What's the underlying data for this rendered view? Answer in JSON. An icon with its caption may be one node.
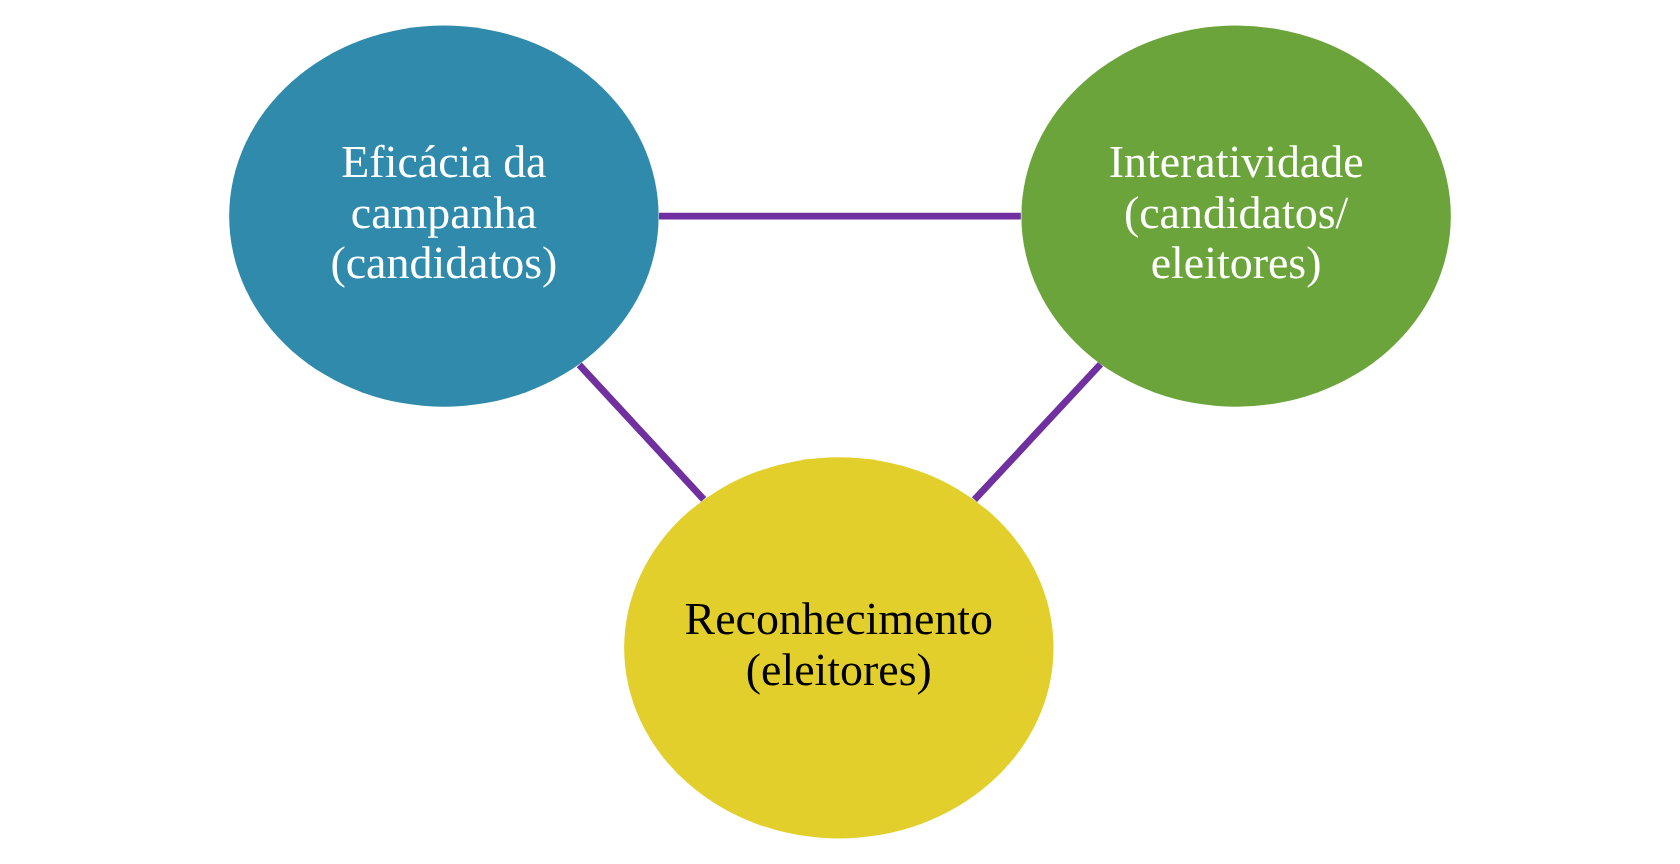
{
  "diagram": {
    "nodes": [
      {
        "text": [
          "Eficácia da campanha (candidatos)"
        ]
      },
      {
        "text": [
          "Interatividade (candidatos/ eleitores)"
        ]
      },
      {
        "text": [
          "Reconhecimento (eleitores)"
        ]
      }
    ],
    "edges": [
      {
        "from": 0,
        "to": 1,
        "arrow": "none"
      },
      {
        "from": 0,
        "to": 2,
        "arrow": "none"
      },
      {
        "from": 1,
        "to": 2,
        "arrow": "none"
      }
    ]
  }
}
